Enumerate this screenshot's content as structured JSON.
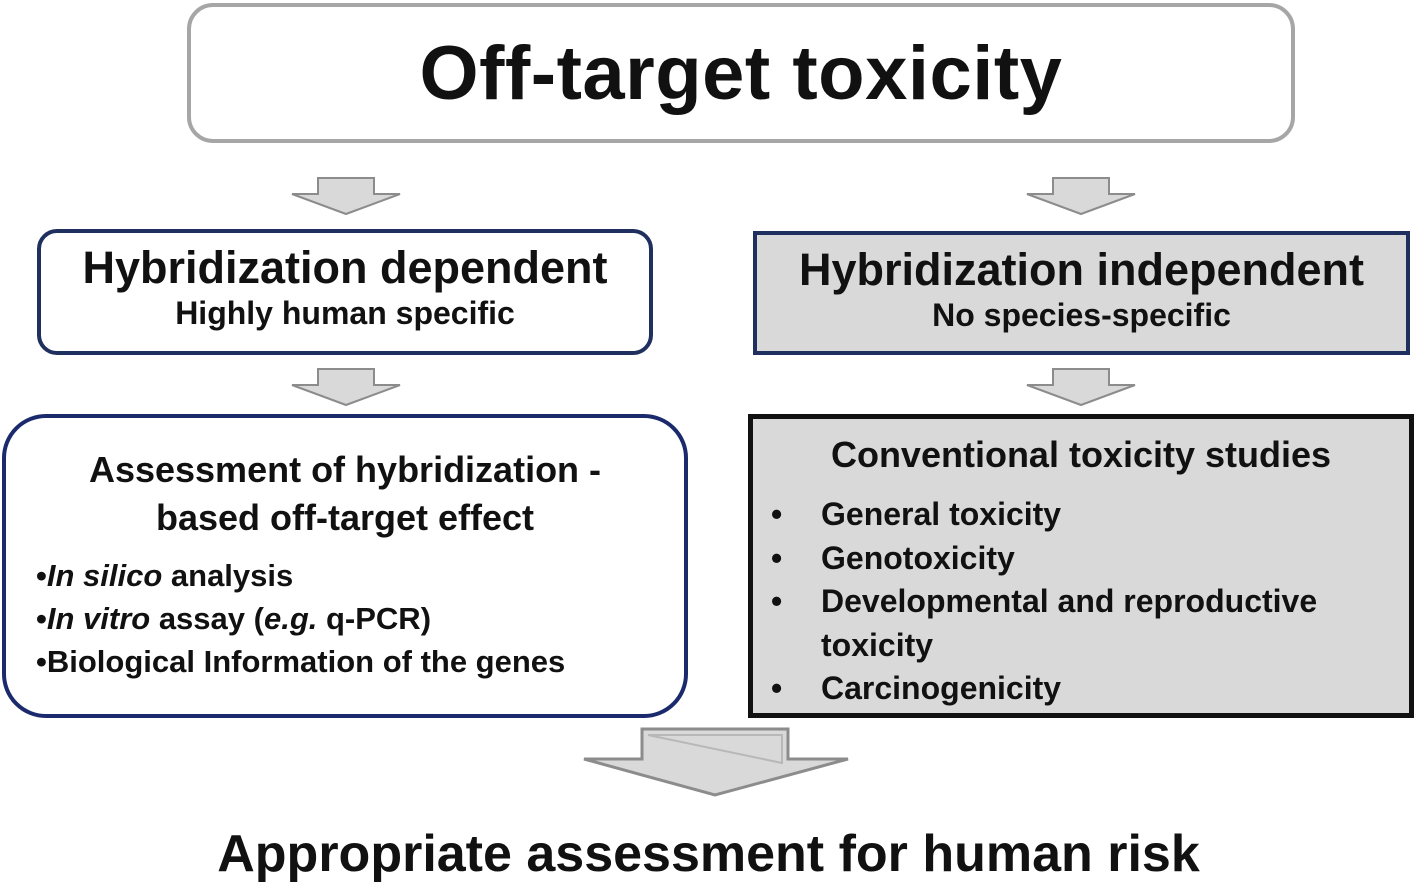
{
  "title": "Off-target toxicity",
  "left_branch": {
    "heading": "Hybridization dependent",
    "subheading": "Highly human specific",
    "assessment": {
      "title_line1": "Assessment of hybridization -",
      "title_line2": "based off-target effect",
      "items": [
        {
          "bullet": "•",
          "italic": "In silico",
          "rest": " analysis"
        },
        {
          "bullet": "•",
          "italic": "In vitro",
          "mid": " assay (",
          "italic2": "e.g.",
          "rest": " q-PCR)"
        },
        {
          "bullet": "•",
          "rest": "Biological Information of the genes"
        }
      ]
    }
  },
  "right_branch": {
    "heading": "Hybridization independent",
    "subheading": "No species-specific",
    "studies": {
      "title": "Conventional toxicity studies",
      "items": [
        "General toxicity",
        "Genotoxicity",
        "Developmental and reproductive toxicity",
        "Carcinogenicity"
      ]
    }
  },
  "conclusion": "Appropriate assessment for human risk",
  "colors": {
    "navy_border": "#1f2f5e",
    "gray_fill": "#d9d9d9",
    "title_border": "#a6a6a6",
    "arrow_fill": "#d9d9d9",
    "arrow_stroke": "#8c8c8c"
  }
}
